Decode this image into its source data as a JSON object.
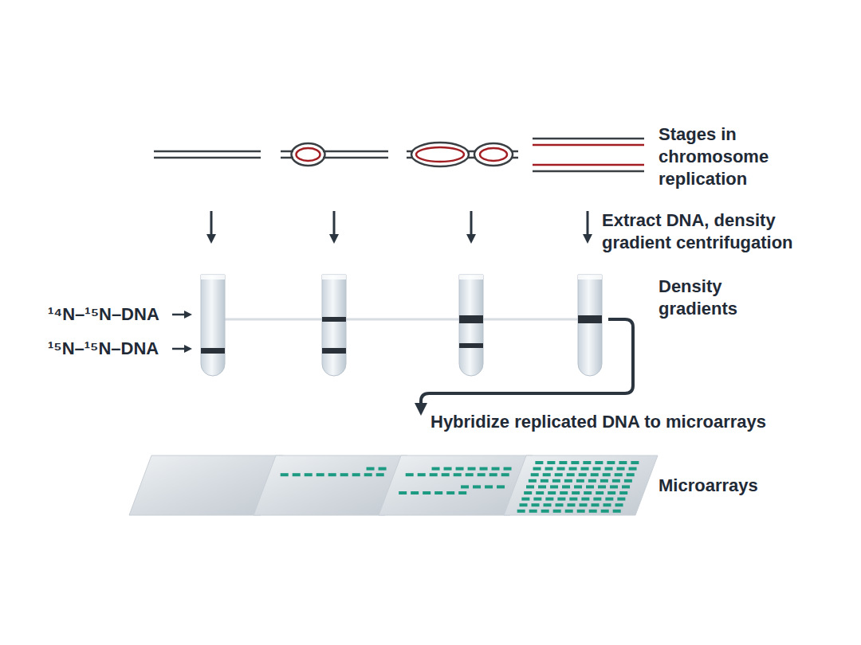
{
  "diagram": {
    "labels": [
      "Stages in chromosome replication",
      "Extract DNA, density gradient centrifugation",
      "Density gradients",
      "¹⁴N–¹⁵N–DNA",
      "¹⁵N–¹⁵N–DNA",
      "Hybridize replicated DNA to microarrays",
      "Microarrays"
    ]
  }
}
